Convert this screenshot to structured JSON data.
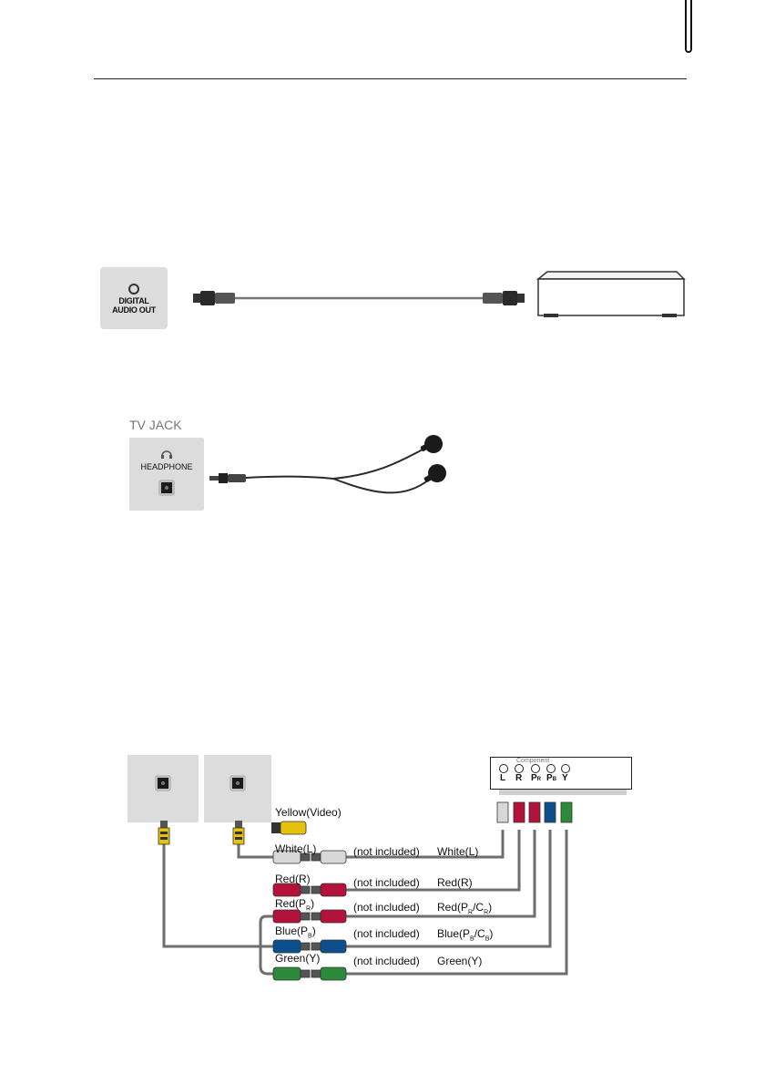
{
  "optical": {
    "port_label_line1": "DIGITAL",
    "port_label_line2": "AUDIO OUT"
  },
  "headphone": {
    "panel_title": "TV JACK",
    "port_label": "HEADPHONE"
  },
  "component": {
    "device_title": "Component",
    "device_ports": [
      "L",
      "R",
      "P",
      "P",
      "Y"
    ],
    "device_port_subs": [
      "",
      "",
      "R",
      "B",
      ""
    ],
    "cable_labels": {
      "yellow": "Yellow(Video)",
      "white": "White(L)",
      "red": "Red(R)",
      "red_pr": "Red(P",
      "red_pr_sub": "R",
      "blue_pb": "Blue(P",
      "blue_pb_sub": "B",
      "green": "Green(Y)"
    },
    "not_included": "(not included)",
    "right_labels": {
      "white": "White(L)",
      "red": "Red(R)",
      "red_pr_prefix": "Red(P",
      "red_pr_sub1": "R",
      "red_pr_mid": "/C",
      "red_pr_sub2": "R",
      "blue_pb_prefix": "Blue(P",
      "blue_pb_sub1": "B",
      "blue_pb_mid": "/C",
      "blue_pb_sub2": "B",
      "green": "Green(Y)"
    }
  },
  "colors": {
    "yellow": "#e6c20a",
    "white": "#d8d8d8",
    "red": "#b3123a",
    "blue": "#0d4f8c",
    "green": "#2c8a3a",
    "cable": "#6e6e6e",
    "panel": "#dcdcdc"
  }
}
